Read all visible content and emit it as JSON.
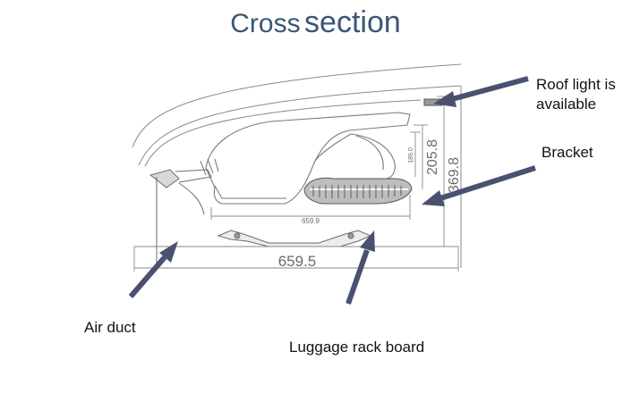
{
  "title": {
    "word1": "Cross",
    "word2": "section"
  },
  "labels": {
    "roof_light_line1": "Roof light is",
    "roof_light_line2": "available",
    "bracket": "Bracket",
    "air_duct": "Air duct",
    "luggage_rack_board": "Luggage rack board"
  },
  "dimensions": {
    "width_small": "659.9",
    "width_large": "659.5",
    "height_small": "189.0",
    "height_mid": "205.8",
    "height_large": "369.8"
  },
  "colors": {
    "title": "#3b5676",
    "arrow": "#4a5170",
    "drawing": "#7a7a7a"
  }
}
